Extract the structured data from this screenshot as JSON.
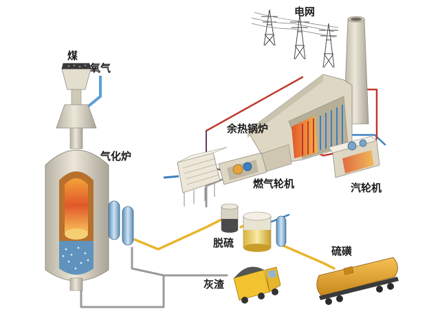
{
  "labels": {
    "coal": "煤",
    "oxygen": "氧气",
    "grid": "电网",
    "gasifier": "气化炉",
    "hrsg": "余热锅炉",
    "gas_turbine": "燃气轮机",
    "steam_turbine": "汽轮机",
    "desulfurization": "脱硫",
    "sulfur": "硫磺",
    "slag": "灰渣"
  },
  "colors": {
    "pipe_yellow": "#e8b62c",
    "pipe_gray": "#9a9a9a",
    "pipe_blue": "#3a7fc0",
    "pipe_red": "#c0392b",
    "equipment": "#ded7c4",
    "flame": "#e2572a"
  },
  "icons": [
    "transmission-tower-icon",
    "chimney-icon",
    "truck-icon",
    "tank-railcar-icon"
  ]
}
